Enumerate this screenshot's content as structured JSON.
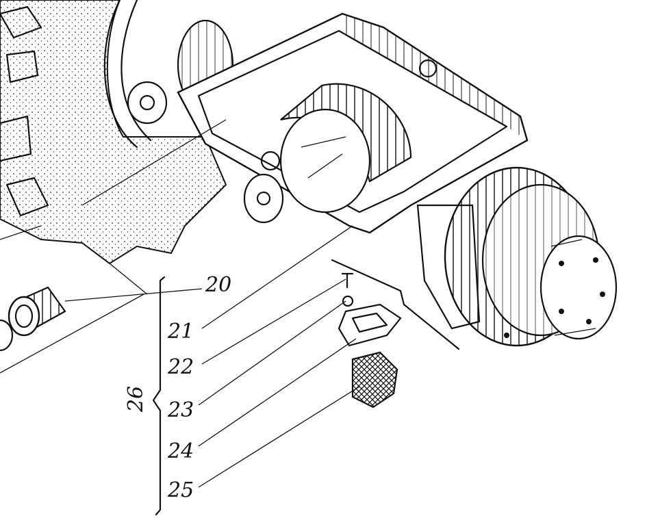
{
  "diagram": {
    "type": "exploded-parts-drawing",
    "callouts": [
      {
        "id": "20",
        "label": "20"
      },
      {
        "id": "21",
        "label": "21"
      },
      {
        "id": "22",
        "label": "22"
      },
      {
        "id": "23",
        "label": "23"
      },
      {
        "id": "24",
        "label": "24"
      },
      {
        "id": "25",
        "label": "25"
      },
      {
        "id": "26",
        "label": "26"
      }
    ],
    "colors": {
      "ink": "#111111",
      "paper": "#ffffff"
    }
  }
}
